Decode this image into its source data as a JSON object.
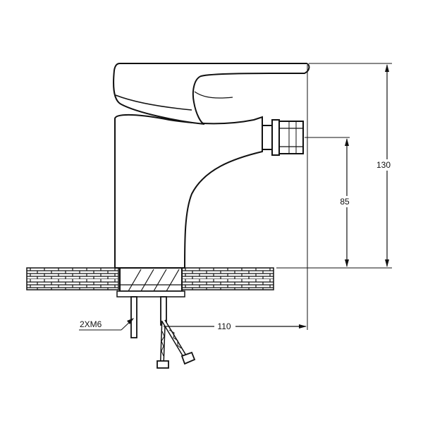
{
  "drawing": {
    "dimensions": {
      "total_height": "130",
      "outlet_height": "85",
      "reach": "110",
      "mounting_studs": "2XM6"
    },
    "line_color": "#111111",
    "background": "#ffffff"
  }
}
